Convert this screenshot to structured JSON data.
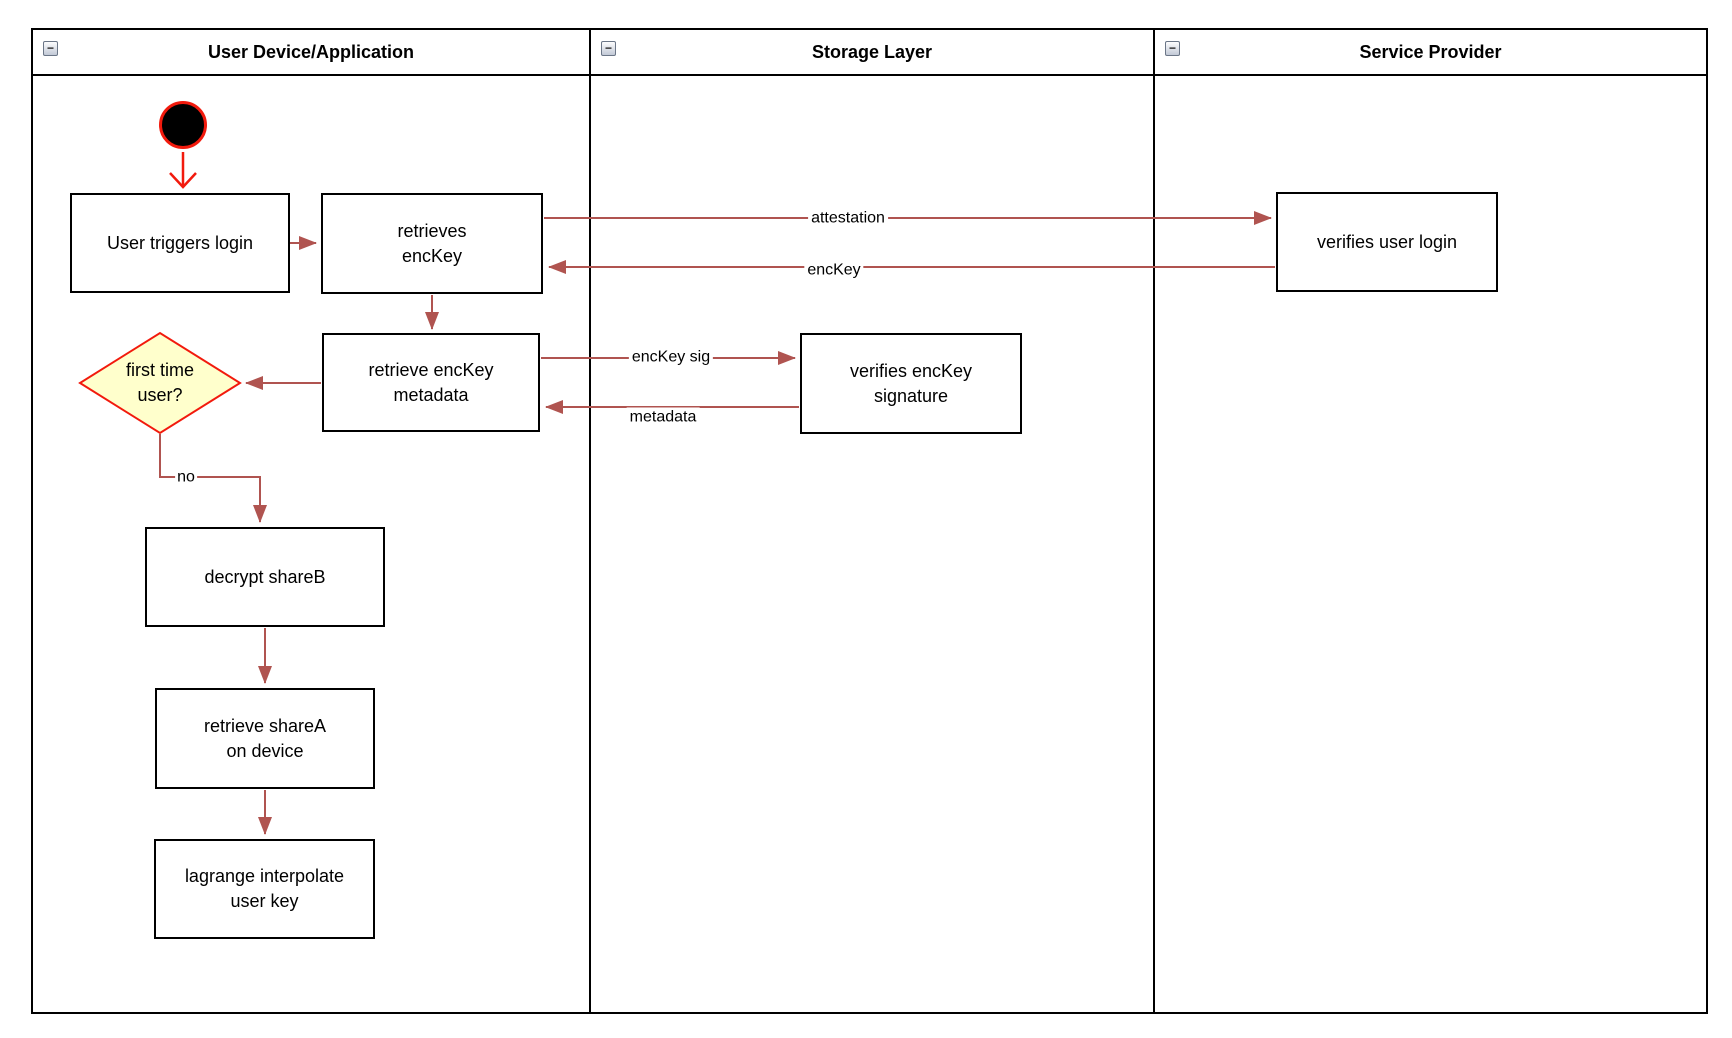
{
  "colors": {
    "arrow": "#b05450",
    "accent_red": "#f21a0d",
    "decision_fill": "#ffffcc",
    "node_border": "#000000"
  },
  "pool": {
    "lanes": [
      {
        "title": "User Device/Application",
        "collapse_icon": "−"
      },
      {
        "title": "Storage Layer",
        "collapse_icon": "−"
      },
      {
        "title": "Service Provider",
        "collapse_icon": "−"
      }
    ]
  },
  "nodes": {
    "user_triggers_login": {
      "label": "User triggers login"
    },
    "retrieves_enckey": {
      "label": "retrieves\nencKey"
    },
    "retrieve_enckey_metadata": {
      "label": "retrieve encKey\nmetadata"
    },
    "first_time_user": {
      "label": "first time\nuser?"
    },
    "decrypt_shareb": {
      "label": "decrypt shareB"
    },
    "retrieve_sharea_on_device": {
      "label": "retrieve shareA\non device"
    },
    "lagrange_interpolate_user_key": {
      "label": "lagrange interpolate\nuser key"
    },
    "verifies_enckey_signature": {
      "label": "verifies encKey\nsignature"
    },
    "verifies_user_login": {
      "label": "verifies user login"
    }
  },
  "edge_labels": {
    "attestation": "attestation",
    "enckey_return": "encKey",
    "enckey_sig": "encKey sig",
    "metadata": "metadata",
    "no": "no"
  }
}
